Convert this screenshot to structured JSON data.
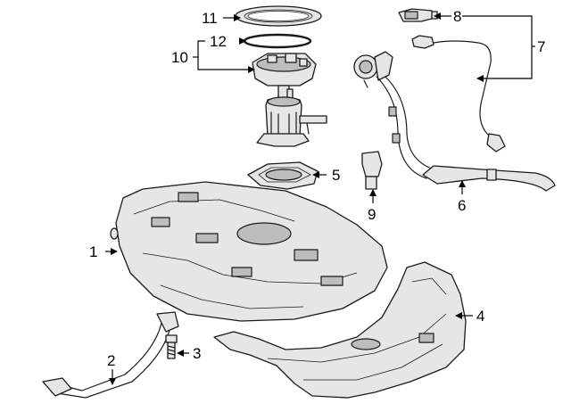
{
  "callouts": [
    {
      "id": "1",
      "label": "1"
    },
    {
      "id": "2",
      "label": "2"
    },
    {
      "id": "3",
      "label": "3"
    },
    {
      "id": "4",
      "label": "4"
    },
    {
      "id": "5",
      "label": "5"
    },
    {
      "id": "6",
      "label": "6"
    },
    {
      "id": "7",
      "label": "7"
    },
    {
      "id": "8",
      "label": "8"
    },
    {
      "id": "9",
      "label": "9"
    },
    {
      "id": "10",
      "label": "10"
    },
    {
      "id": "11",
      "label": "11"
    },
    {
      "id": "12",
      "label": "12"
    }
  ],
  "colors": {
    "line": "#1a1a1a",
    "part_fill": "#e6e6e6",
    "part_shade": "#bdbdbd",
    "background": "#ffffff"
  }
}
